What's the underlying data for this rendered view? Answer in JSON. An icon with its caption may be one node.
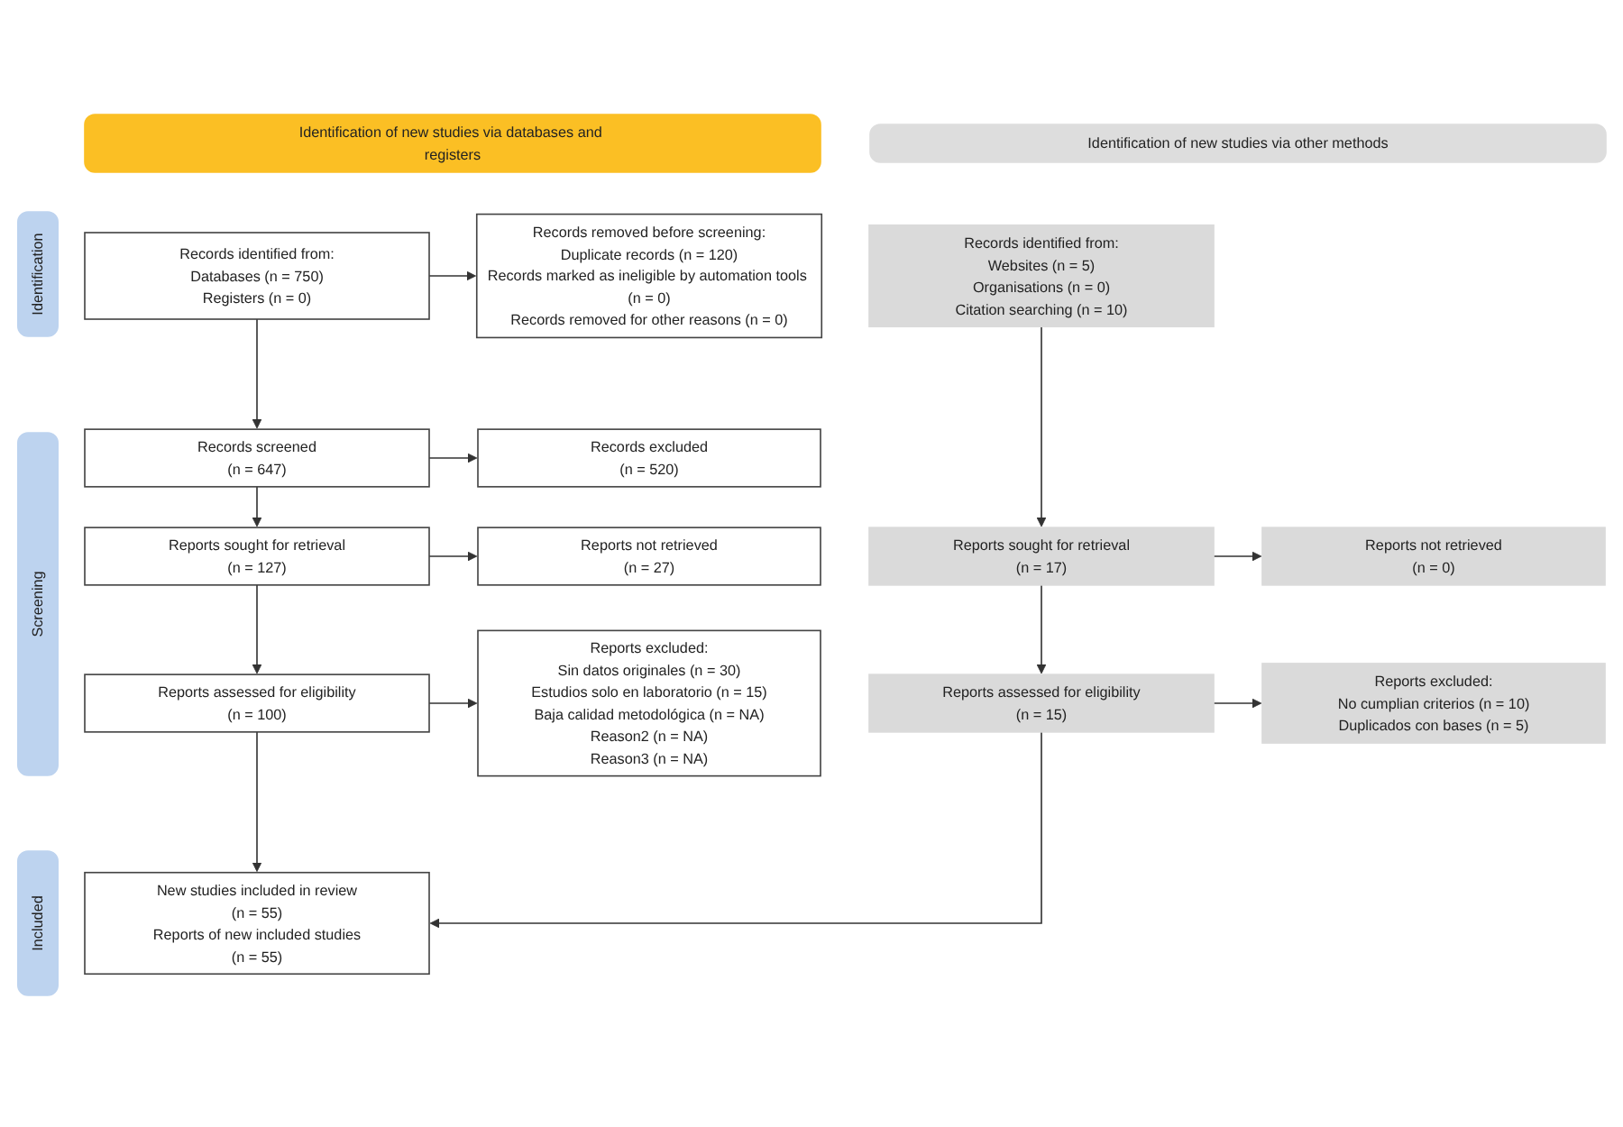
{
  "diagram": {
    "nodes": [
      {
        "text": [
          "Identification of new studies via databases and registers"
        ]
      },
      {
        "text": [
          "Identification of new studies via other methods"
        ]
      },
      {
        "text": [
          "Identification"
        ]
      },
      {
        "text": [
          "Records identified from:",
          "Databases (n = 750)",
          "Registers (n = 0)"
        ]
      },
      {
        "text": [
          "Records removed before screening:",
          "Duplicate records (n = 120)",
          "Records marked as ineligible by automation tools (n = 0)",
          "Records removed for other reasons (n = 0)"
        ]
      },
      {
        "text": [
          "Records identified from:",
          "Websites (n = 5)",
          "Organisations (n = 0)",
          "Citation searching (n = 10)"
        ]
      },
      {
        "text": [
          "Screening"
        ]
      },
      {
        "text": [
          "Records screened",
          "(n = 647)"
        ]
      },
      {
        "text": [
          "Records excluded",
          "(n = 520)"
        ]
      },
      {
        "text": [
          "Reports sought for retrieval",
          "(n = 127)"
        ]
      },
      {
        "text": [
          "Reports not retrieved",
          "(n = 27)"
        ]
      },
      {
        "text": [
          "Reports sought for retrieval",
          "(n = 17)"
        ]
      },
      {
        "text": [
          "Reports not retrieved",
          "(n = 0)"
        ]
      },
      {
        "text": [
          "Reports assessed for eligibility",
          "(n = 100)"
        ]
      },
      {
        "text": [
          "Reports excluded:",
          "Sin datos originales (n = 30)",
          "Estudios solo en laboratorio (n = 15)",
          "Baja calidad metodológica (n = NA)",
          "Reason2 (n = NA)",
          "Reason3 (n = NA)"
        ]
      },
      {
        "text": [
          "Reports assessed for eligibility",
          "(n = 15)"
        ]
      },
      {
        "text": [
          "Reports excluded:",
          "No cumplian criterios (n = 10)",
          "Duplicados con bases (n = 5)"
        ]
      },
      {
        "text": [
          "Included"
        ]
      },
      {
        "text": [
          "New studies included in review",
          "(n = 55)",
          "Reports of new included studies",
          "(n = 55)"
        ]
      }
    ],
    "edges": [
      {
        "from": 3,
        "to": 4,
        "arrow": "to"
      },
      {
        "from": 3,
        "to": 7,
        "arrow": "to"
      },
      {
        "from": 7,
        "to": 8,
        "arrow": "to"
      },
      {
        "from": 7,
        "to": 9,
        "arrow": "to"
      },
      {
        "from": 9,
        "to": 10,
        "arrow": "to"
      },
      {
        "from": 9,
        "to": 13,
        "arrow": "to"
      },
      {
        "from": 13,
        "to": 14,
        "arrow": "to"
      },
      {
        "from": 13,
        "to": 18,
        "arrow": "to"
      },
      {
        "from": 5,
        "to": 11,
        "arrow": "to"
      },
      {
        "from": 11,
        "to": 12,
        "arrow": "to"
      },
      {
        "from": 11,
        "to": 15,
        "arrow": "to"
      },
      {
        "from": 15,
        "to": 16,
        "arrow": "to"
      },
      {
        "from": 15,
        "to": 18,
        "arrow": "to"
      }
    ]
  }
}
